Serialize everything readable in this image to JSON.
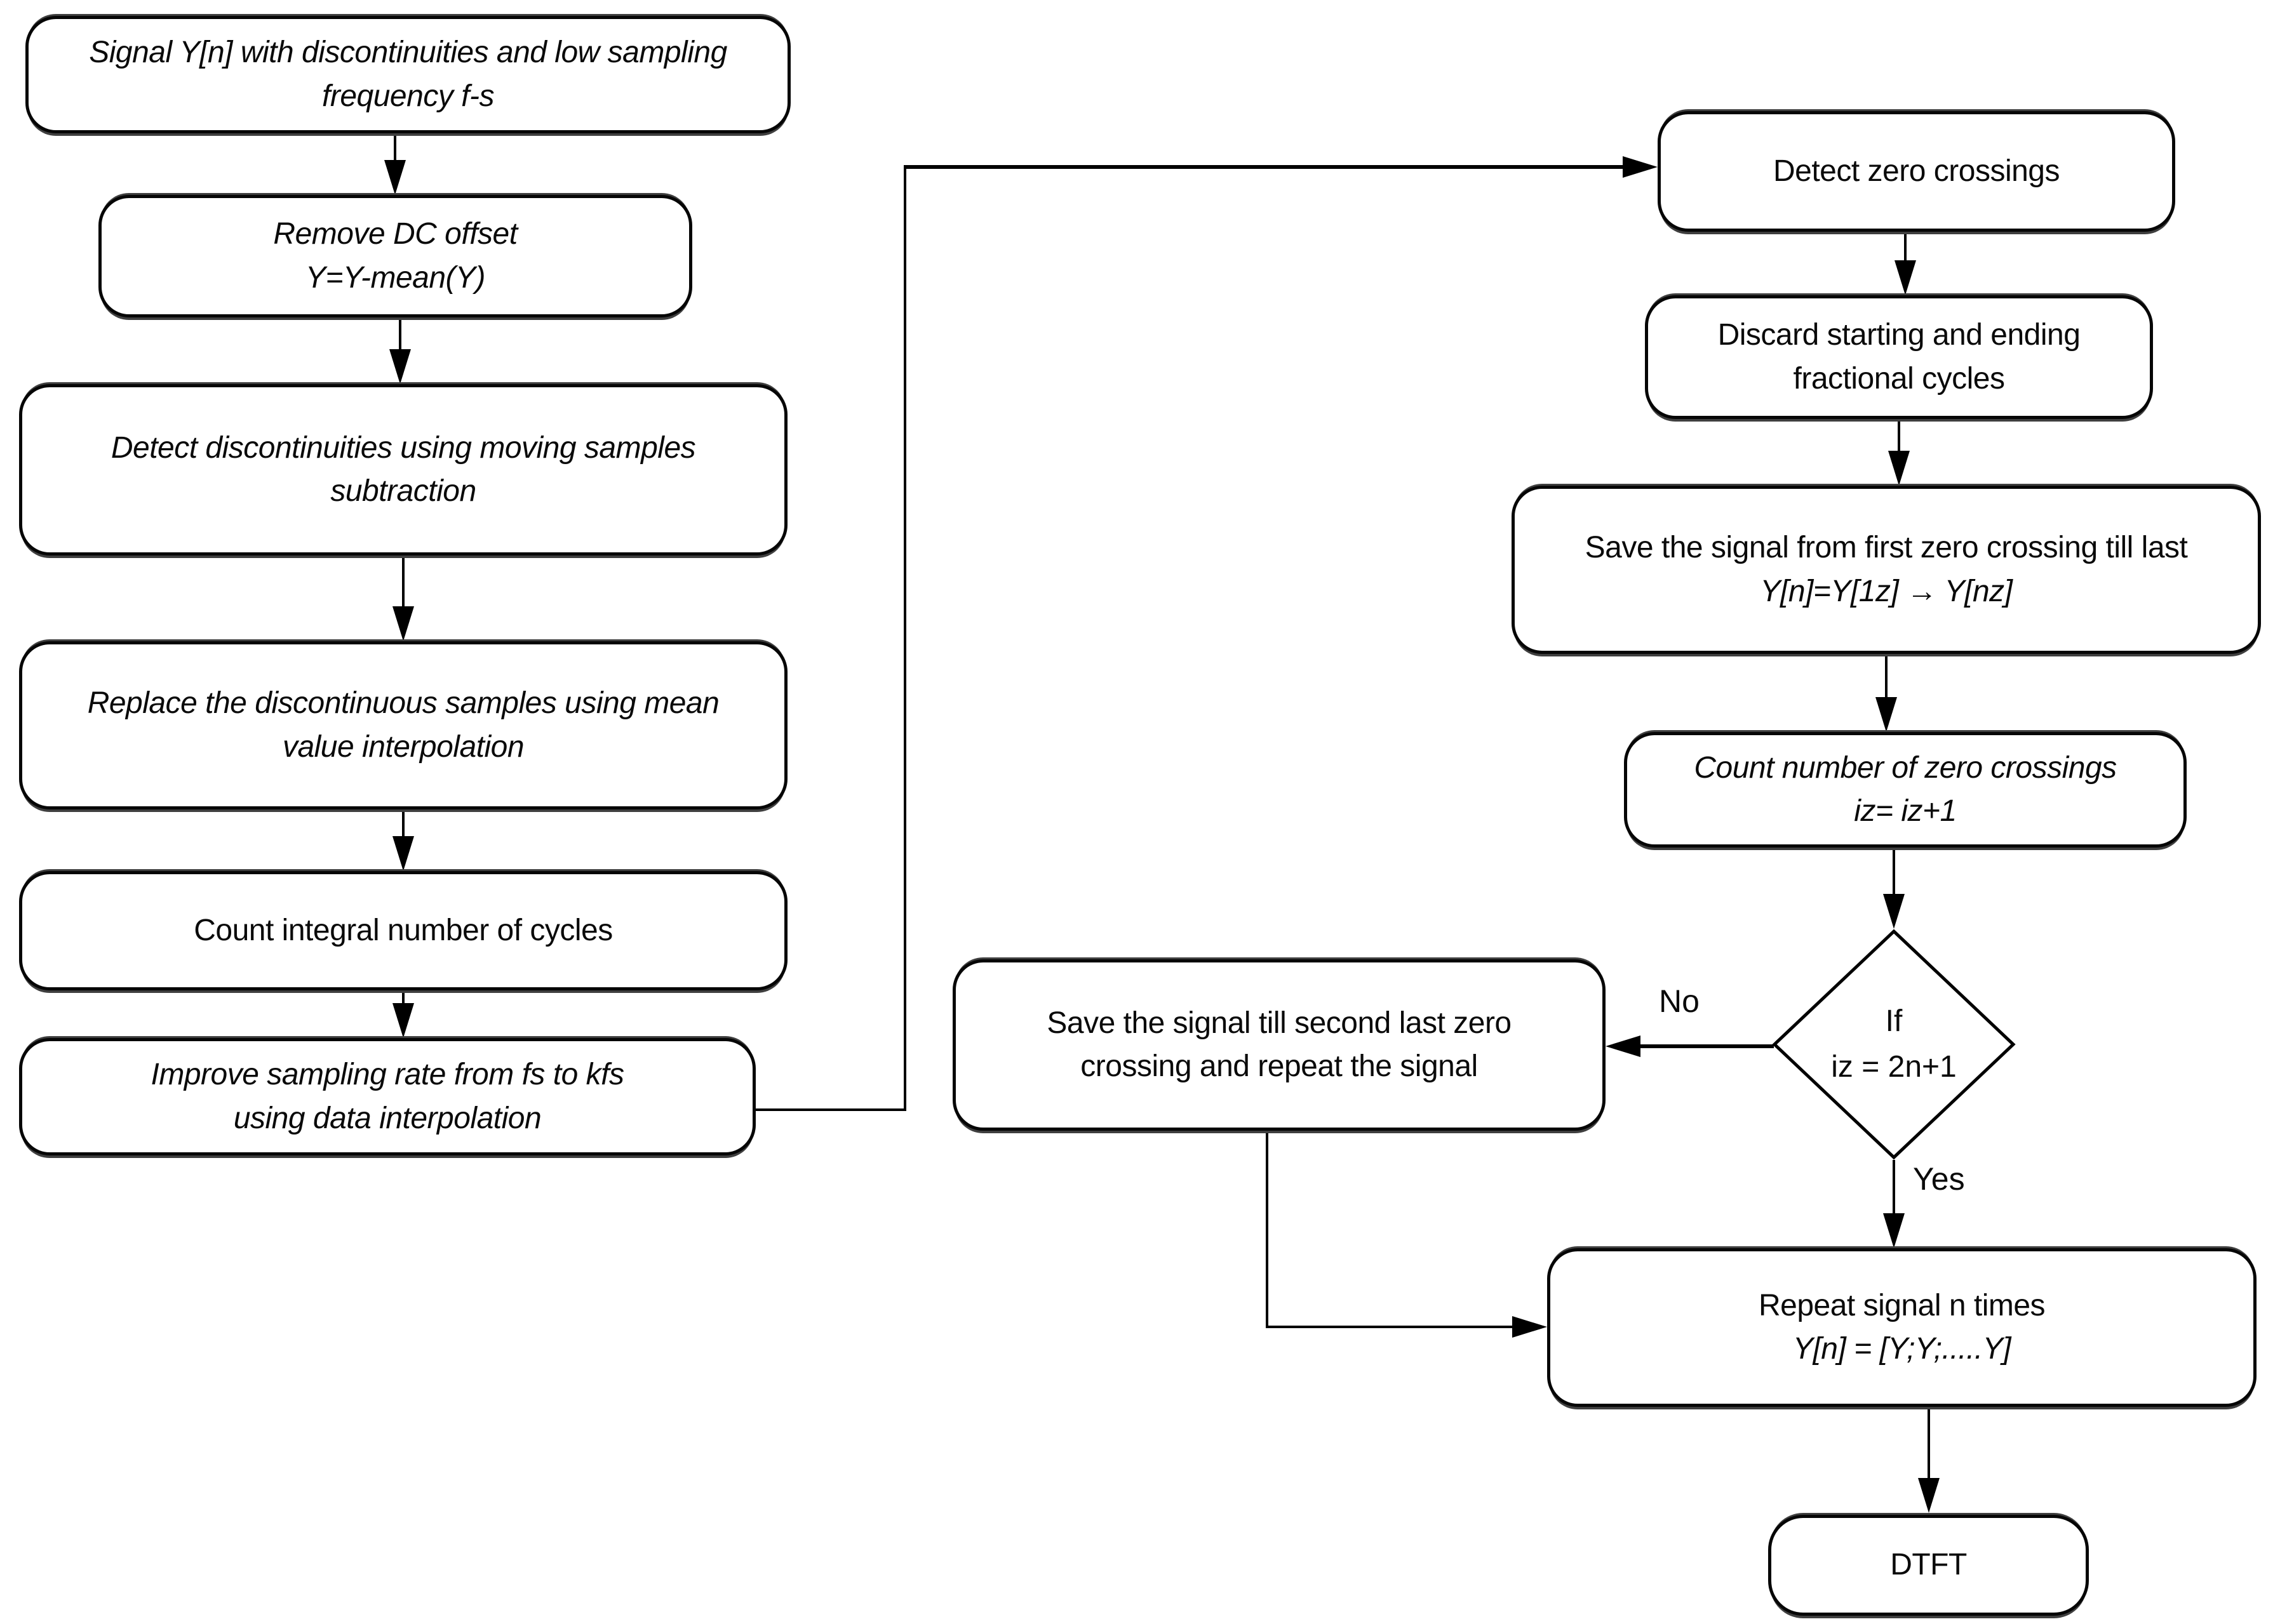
{
  "colors": {
    "stroke": "#000000",
    "background": "#ffffff",
    "text": "#0a0a0a"
  },
  "nodes": {
    "signal": {
      "text": "Signal Y[n] with discontinuities and low sampling frequency f-s"
    },
    "remove_dc": {
      "line1": "Remove DC offset",
      "line2": "Y=Y-mean(Y)"
    },
    "detect_disc": {
      "text": "Detect discontinuities using moving samples subtraction"
    },
    "replace": {
      "text": "Replace the discontinuous samples using mean value interpolation"
    },
    "count_cycles": {
      "text": "Count integral number of cycles"
    },
    "improve": {
      "line1": "Improve sampling rate from fs to kfs",
      "line2": "using data interpolation"
    },
    "detect_zero": {
      "text": "Detect zero crossings"
    },
    "discard": {
      "line1": "Discard starting and ending",
      "line2": "fractional cycles"
    },
    "save_first": {
      "line1": "Save the signal from first zero crossing till last",
      "line2": "Y[n]=Y[1z] → Y[nz]"
    },
    "count_zero": {
      "line1": "Count number of zero crossings",
      "line2": "iz= iz+1"
    },
    "decision": {
      "line1": "If",
      "line2": "iz = 2n+1"
    },
    "save_second": {
      "text": "Save the signal till second last zero crossing and repeat the signal"
    },
    "repeat": {
      "line1": "Repeat signal n times",
      "line2": "Y[n] = [Y;Y;.....Y]"
    },
    "dtft": {
      "text": "DTFT"
    }
  },
  "labels": {
    "no": "No",
    "yes": "Yes"
  }
}
